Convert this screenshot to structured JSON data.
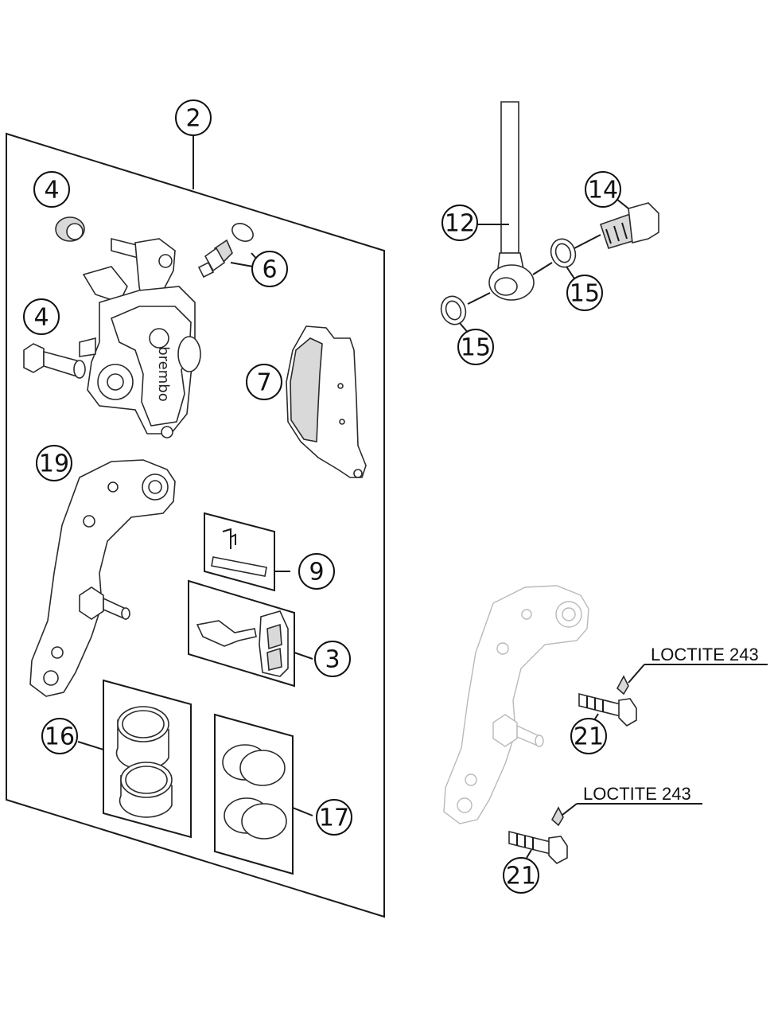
{
  "callouts": {
    "c2": "2",
    "c4a": "4",
    "c4b": "4",
    "c6": "6",
    "c7": "7",
    "c12": "12",
    "c14": "14",
    "c15a": "15",
    "c15b": "15",
    "c19": "19",
    "c9": "9",
    "c3": "3",
    "c16": "16",
    "c17": "17",
    "c21a": "21",
    "c21b": "21"
  },
  "labels": {
    "loctite_upper": "LOCTITE 243",
    "loctite_lower": "LOCTITE 243"
  },
  "caliper_brand": "brembo"
}
